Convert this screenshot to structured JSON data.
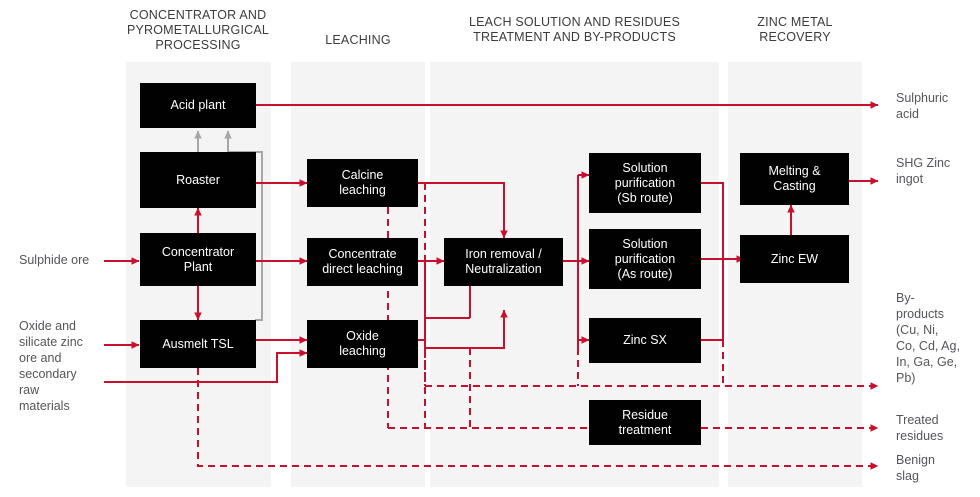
{
  "diagram": {
    "title": "Zinc processing flowsheet",
    "colors": {
      "accent": "#c8102e",
      "node_fill": "#010101",
      "band": "#f4f4f4",
      "gray_line": "#a6a6a6",
      "text": "#55555a"
    },
    "columns": [
      {
        "id": "col-concentrator",
        "label": "CONCENTRATOR AND\nPYROMETALLURGICAL\nPROCESSING"
      },
      {
        "id": "col-leaching",
        "label": "LEACHING"
      },
      {
        "id": "col-leach-solution",
        "label": "LEACH SOLUTION AND RESIDUES\nTREATMENT AND BY-PRODUCTS"
      },
      {
        "id": "col-zinc-recovery",
        "label": "ZINC METAL\nRECOVERY"
      }
    ],
    "column_titles": {
      "concentrator_l1": "CONCENTRATOR AND",
      "concentrator_l2": "PYROMETALLURGICAL",
      "concentrator_l3": "PROCESSING",
      "leaching": "LEACHING",
      "leach_solution_l1": "LEACH SOLUTION AND RESIDUES",
      "leach_solution_l2": "TREATMENT AND BY-PRODUCTS",
      "zinc_l1": "ZINC METAL",
      "zinc_l2": "RECOVERY"
    },
    "nodes": {
      "acid_plant": "Acid plant",
      "roaster": "Roaster",
      "concentrator_plant_l1": "Concentrator",
      "concentrator_plant_l2": "Plant",
      "ausmelt_tsl": "Ausmelt TSL",
      "calcine_leaching_l1": "Calcine",
      "calcine_leaching_l2": "leaching",
      "concentrate_direct_leaching_l1": "Concentrate",
      "concentrate_direct_leaching_l2": "direct leaching",
      "oxide_leaching_l1": "Oxide",
      "oxide_leaching_l2": "leaching",
      "iron_removal_l1": "Iron removal /",
      "iron_removal_l2": "Neutralization",
      "solution_purification_sb_l1": "Solution",
      "solution_purification_sb_l2": "purification",
      "solution_purification_sb_l3": "(Sb route)",
      "solution_purification_as_l1": "Solution",
      "solution_purification_as_l2": "purification",
      "solution_purification_as_l3": "(As route)",
      "zinc_sx": "Zinc SX",
      "residue_treatment_l1": "Residue",
      "residue_treatment_l2": "treatment",
      "melting_casting_l1": "Melting &",
      "melting_casting_l2": "Casting",
      "zinc_ew": "Zinc EW"
    },
    "inputs": {
      "sulphide_ore": "Sulphide ore",
      "oxide_secondary_l1": "Oxide and",
      "oxide_secondary_l2": "silicate zinc",
      "oxide_secondary_l3": "ore and",
      "oxide_secondary_l4": "secondary",
      "oxide_secondary_l5": "raw",
      "oxide_secondary_l6": "materials"
    },
    "outputs": {
      "sulphuric_acid_l1": "Sulphuric",
      "sulphuric_acid_l2": "acid",
      "shg_zinc_l1": "SHG Zinc",
      "shg_zinc_l2": "ingot",
      "byproducts_l1": "By-",
      "byproducts_l2": "products",
      "byproducts_l3": "(Cu, Ni,",
      "byproducts_l4": "Co, Cd, Ag,",
      "byproducts_l5": "In, Ga, Ge,",
      "byproducts_l6": "Pb)",
      "treated_residues_l1": "Treated",
      "treated_residues_l2": "residues",
      "benign_slag_l1": "Benign",
      "benign_slag_l2": "slag"
    }
  }
}
